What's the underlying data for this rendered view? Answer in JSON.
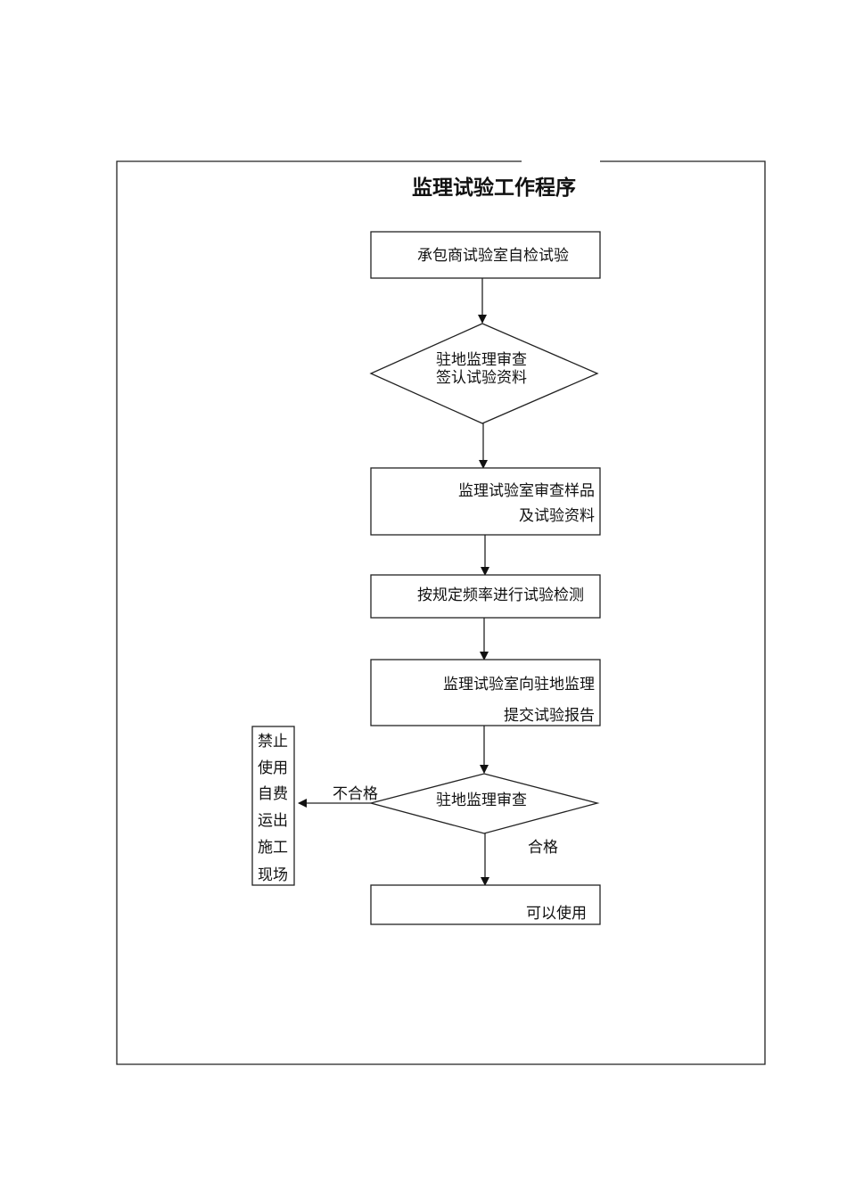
{
  "title": "监理试验工作程序",
  "steps": {
    "contractor_test": "承包商试验室自检试验",
    "resident_review_1": [
      "驻地监理审查",
      "签认试验资料"
    ],
    "lab_review": [
      "监理试验室审查样品",
      "及试验资料"
    ],
    "frequency_test": "按规定频率进行试验检测",
    "submit_report": [
      "监理试验室向驻地监理",
      "提交试验报告"
    ],
    "resident_review_2": "驻地监理审查",
    "usable": "可以使用",
    "rejected": [
      "禁止",
      "使用",
      "自费",
      "运出",
      "施工",
      "现场"
    ]
  },
  "labels": {
    "fail": "不合格",
    "pass": "合格"
  }
}
